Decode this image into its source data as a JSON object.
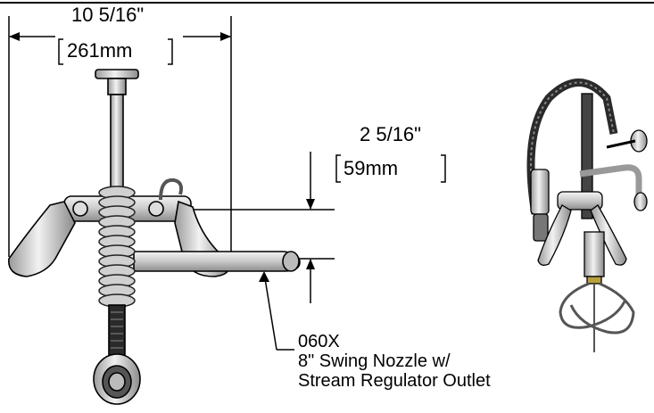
{
  "dimensions": {
    "width_imperial": "10 5/16\"",
    "width_metric": "261mm",
    "height_imperial": "2 5/16\"",
    "height_metric": "59mm"
  },
  "callout": {
    "part_number": "060X",
    "line1": "8\" Swing Nozzle w/",
    "line2": "Stream Regulator Outlet"
  },
  "colors": {
    "line": "#000000",
    "metal_light": "#e6e6e6",
    "metal_mid": "#bdbdbd",
    "metal_dark": "#6e6e6e",
    "hose": "#2a2a2a",
    "brass": "#b8a040"
  }
}
